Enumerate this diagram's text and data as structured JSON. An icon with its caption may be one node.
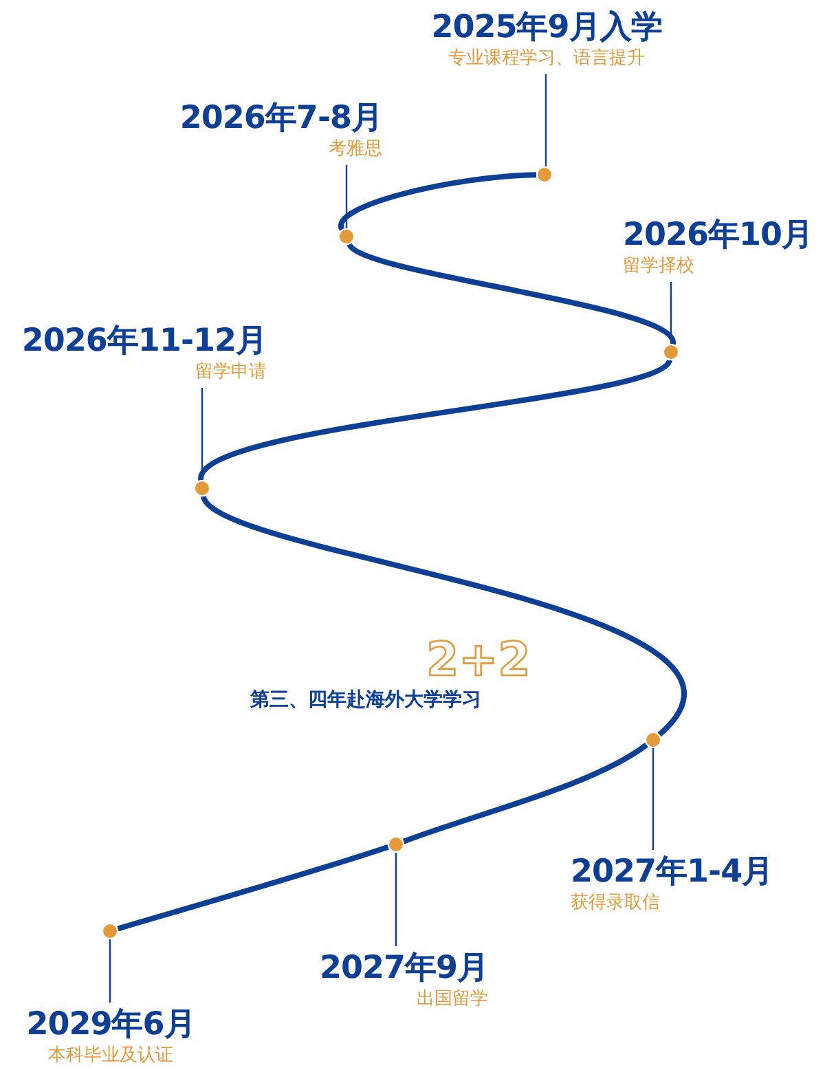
{
  "diagram": {
    "nodes": [
      {
        "text": [
          "2025年9月入学",
          "专业课程学习、语言提升"
        ]
      },
      {
        "text": [],
        "shape": "circle"
      },
      {
        "text": [
          "2026年7-8月",
          "考雅思"
        ]
      },
      {
        "text": [],
        "shape": "circle"
      },
      {
        "text": [
          "2026年10月",
          "留学择校"
        ]
      },
      {
        "text": [],
        "shape": "circle"
      },
      {
        "text": [
          "2026年11-12月",
          "留学申请"
        ]
      },
      {
        "text": [],
        "shape": "circle"
      },
      {
        "text": [],
        "shape": "circle"
      },
      {
        "text": [
          "2027年1-4月",
          "获得录取信"
        ]
      },
      {
        "text": [],
        "shape": "circle"
      },
      {
        "text": [
          "2027年9月",
          "出国留学"
        ]
      },
      {
        "text": [],
        "shape": "circle"
      },
      {
        "text": [
          "2029年6月",
          "本科毕业及认证"
        ]
      }
    ],
    "edges": [
      {
        "from": 0,
        "to": 1,
        "arrow": "none"
      },
      {
        "from": 2,
        "to": 3,
        "arrow": "none"
      },
      {
        "from": 4,
        "to": 5,
        "arrow": "none"
      },
      {
        "from": 6,
        "to": 7,
        "arrow": "none"
      },
      {
        "from": 9,
        "to": 8,
        "arrow": "none"
      },
      {
        "from": 11,
        "to": 10,
        "arrow": "none"
      },
      {
        "from": 13,
        "to": 12,
        "arrow": "none"
      },
      {
        "from": 1,
        "to": 3,
        "arrow": "none",
        "style": "thick"
      },
      {
        "from": 3,
        "to": 5,
        "arrow": "none",
        "style": "thick"
      },
      {
        "from": 5,
        "to": 7,
        "arrow": "none",
        "style": "thick"
      },
      {
        "from": 7,
        "to": 8,
        "arrow": "none",
        "style": "thick"
      },
      {
        "from": 8,
        "to": 10,
        "arrow": "none",
        "style": "thick"
      },
      {
        "from": 10,
        "to": 12,
        "arrow": "none",
        "style": "thick"
      }
    ],
    "labels": [
      "2+2",
      "第三、四年赴海外大学学习"
    ]
  }
}
